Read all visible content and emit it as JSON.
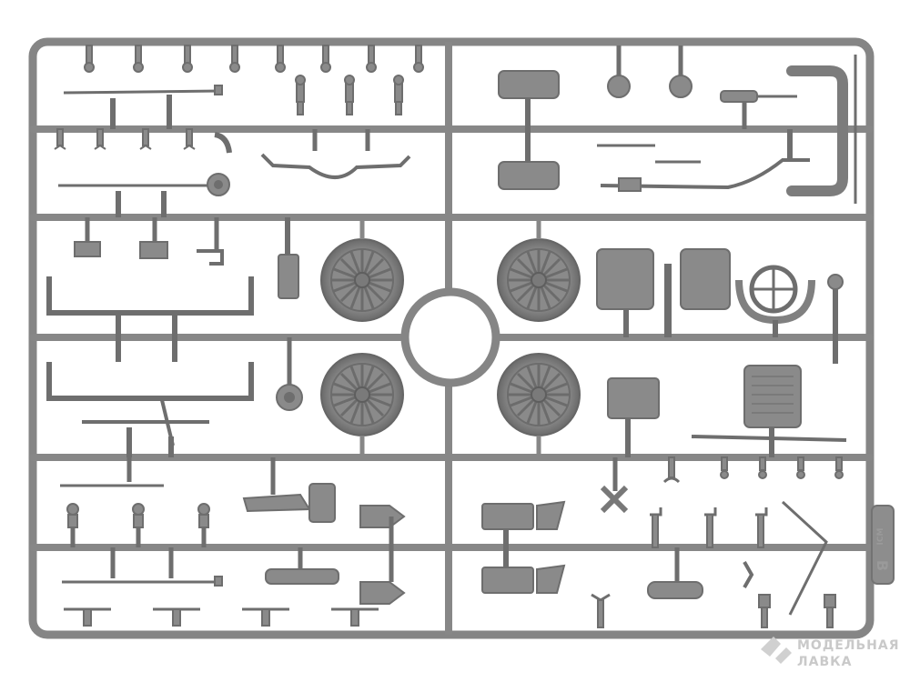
{
  "photo": {
    "subject": "Plastic model kit sprue",
    "colors": {
      "background": "#ffffff",
      "plastic": "#8a8a8a",
      "plastic_dark": "#6e6e6e",
      "plastic_light": "#a3a3a3"
    }
  },
  "sprue_tag": {
    "letter": "B",
    "logo_text": "ICM"
  },
  "watermark": {
    "line1": "МОДЕЛЬНАЯ",
    "line2": "ЛАВКА",
    "icon": "shop-logo-icon"
  }
}
